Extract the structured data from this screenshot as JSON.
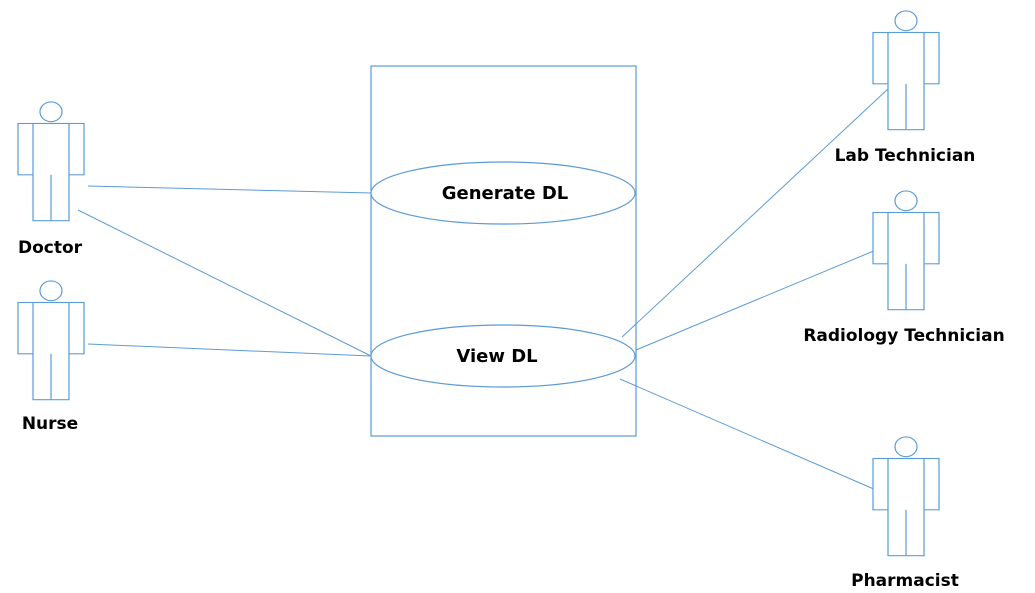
{
  "colors": {
    "stroke": "#5b9bd5",
    "text": "#000000",
    "background": "#ffffff"
  },
  "actors": {
    "doctor": {
      "label": "Doctor"
    },
    "nurse": {
      "label": "Nurse"
    },
    "lab_technician": {
      "label": "Lab Technician"
    },
    "radiology_technician": {
      "label": "Radiology Technician"
    },
    "pharmacist": {
      "label": "Pharmacist"
    }
  },
  "use_cases": {
    "generate_dl": {
      "label": "Generate DL"
    },
    "view_dl": {
      "label": "View DL"
    }
  }
}
